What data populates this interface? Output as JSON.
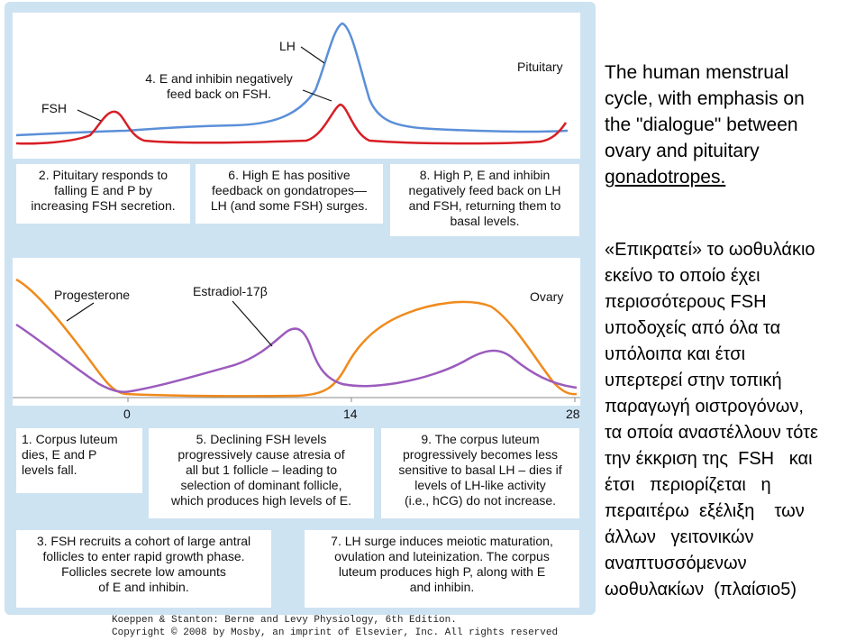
{
  "caption": {
    "line1": "The human menstrual",
    "line2": "cycle, with emphasis on",
    "line3": "the \"dialogue\" between",
    "line4": "ovary and pituitary",
    "line5": "gonadotropes."
  },
  "greek_text": [
    "«Επικρατεί» το ωοθυλάκιο",
    "εκείνο το οποίο έχει",
    "περισσότερους FSH",
    "υποδοχείς από όλα τα",
    "υπόλοιπα και έτσι",
    "υπερτερεί στην τοπική",
    "παραγωγή οιστρογόνων,",
    "τα οποία αναστέλλουν τότε",
    "την έκκριση της  FSH   και",
    "έτσι   περιορίζεται   η",
    "περαιτέρω  εξέλιξη    των",
    "άλλων   γειτονικών",
    "αναπτυσσόμενων",
    "ωοθυλακίων  (πλαίσιο5)"
  ],
  "pituitary_plot": {
    "label_lh": "LH",
    "label_fsh": "FSH",
    "label_region": "Pituitary"
  },
  "ovary_plot": {
    "label_progesterone": "Progesterone",
    "label_estradiol": "Estradiol-17β",
    "label_region": "Ovary",
    "x_ticks": [
      "0",
      "14",
      "28"
    ]
  },
  "notes": {
    "n1": [
      "1. Corpus luteum",
      "dies, E and P",
      "levels fall."
    ],
    "n2": [
      "2. Pituitary responds to",
      "falling E and P by",
      "increasing FSH secretion."
    ],
    "n3": [
      "3. FSH recruits a cohort of large antral",
      "follicles to enter rapid growth phase.",
      "Follicles secrete low amounts",
      "of E and inhibin."
    ],
    "n4": [
      "4. E and inhibin negatively",
      "feed back on FSH."
    ],
    "n5": [
      "5. Declining FSH levels",
      "progressively cause atresia of",
      "all but 1 follicle – leading to",
      "selection of dominant follicle,",
      "which produces high levels of E."
    ],
    "n6": [
      "6. High E has positive",
      "feedback on gondatropes—",
      "LH (and some FSH) surges."
    ],
    "n7": [
      "7. LH surge induces meiotic maturation,",
      "ovulation and luteinization. The corpus",
      "luteum produces high P, along with E",
      "and inhibin."
    ],
    "n8": [
      "8. High P, E and inhibin",
      "negatively feed back on LH",
      "and FSH, returning them to",
      "basal levels."
    ],
    "n9": [
      "9. The corpus luteum",
      "progressively becomes less",
      "sensitive to basal LH – dies if",
      "levels of LH-like activity",
      "(i.e., hCG) do not increase."
    ]
  },
  "credit": {
    "line1": "Koeppen & Stanton: Berne and Levy Physiology, 6th Edition.",
    "line2": "Copyright © 2008 by Mosby, an imprint of Elsevier, Inc. All rights reserved"
  },
  "colors": {
    "panel": "#cde3f2",
    "lh": "#5b8fd8",
    "fsh": "#d81e25",
    "progesterone": "#f08a1c",
    "estradiol": "#9b5bbd"
  }
}
